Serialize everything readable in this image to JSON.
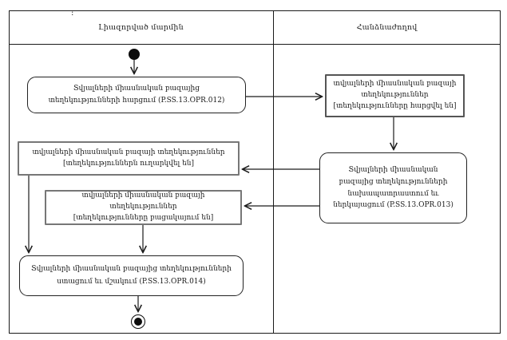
{
  "header": {
    "left_lane": {
      "prefix": ":",
      "label": "Լիազորված մարմին"
    },
    "right_lane": {
      "label": "Հանձնաժողով"
    }
  },
  "nodes": {
    "action_opr012": {
      "type": "action",
      "lane": "left",
      "label": "Տվյալների միասնական բազայից տեղեկությունների հարցում (P.SS.13.OPR.012)"
    },
    "object_requested": {
      "type": "object",
      "lane": "right",
      "title": "տվյալների միասնական բազայի տեղեկություններ",
      "state": "[տեղեկությունները հարցվել են]"
    },
    "action_opr013": {
      "type": "action",
      "lane": "right",
      "label": "Տվյալների միասնական բազայից տեղեկությունների նախապատրաստում եւ ներկայացում (P.SS.13.OPR.013)"
    },
    "object_sent": {
      "type": "object",
      "lane": "left",
      "title": "տվյալների միասնական բազայի տեղեկություններ",
      "state": "[տեղեկություններն ուղարկվել են]"
    },
    "object_missing": {
      "type": "object",
      "lane": "left",
      "title": "տվյալների միասնական բազայի տեղեկություններ",
      "state": "[տեղեկությունները բացակայում են]"
    },
    "action_opr014": {
      "type": "action",
      "lane": "left",
      "label": "Տվյալների միասնական բազայից տեղեկությունների ստացում եւ մշակում (P.SS.13.OPR.014)"
    },
    "start": {
      "type": "initial"
    },
    "end": {
      "type": "final"
    }
  },
  "edges": [
    {
      "from": "start",
      "to": "action_opr012"
    },
    {
      "from": "action_opr012",
      "to": "object_requested"
    },
    {
      "from": "object_requested",
      "to": "action_opr013"
    },
    {
      "from": "action_opr013",
      "to": "object_sent"
    },
    {
      "from": "action_opr013",
      "to": "object_missing"
    },
    {
      "from": "object_sent",
      "to": "action_opr014"
    },
    {
      "from": "object_missing",
      "to": "action_opr014"
    },
    {
      "from": "action_opr014",
      "to": "end"
    }
  ],
  "colors": {
    "line": "#1a1a1a",
    "object_border": "#777777",
    "background": "#ffffff"
  }
}
